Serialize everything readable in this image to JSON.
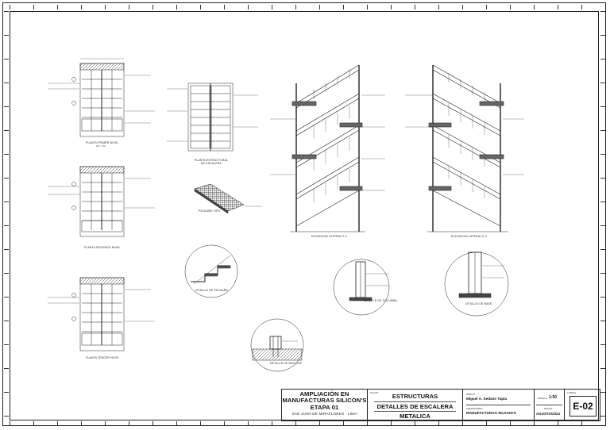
{
  "labels": {
    "plan1": "PLANTA PRIMER NIVEL",
    "plan2": "PLANTA SEGUNDO NIVEL",
    "plan3": "PLANTA TERCER NIVEL",
    "structural_plan": "PLANTA ESTRUCTURAL DE ESCALERA",
    "step": "PELDAÑO TIPO",
    "elev1": "ELEVACION LATERAL E-1",
    "elev2": "ELEVACION LATERAL E-2"
  },
  "detail_labels": {
    "d1": "DETALLE DE PELDAÑO",
    "d2": "DETALLE DE COLUMNA",
    "d3": "DETALLE DE ANCLAJE",
    "d4": "DETALLE DE BASE"
  },
  "title_block": {
    "project_lines": [
      "AMPLIACIÓN EN",
      "MANUFACTURAS SILICON'S",
      "ETAPA 01"
    ],
    "location": "SAN JUAN DE MIRAFLORES - LIMA",
    "plano_label": "PLANO:",
    "plano_lines": [
      "ESTRUCTURAS",
      "DETALLES DE ESCALERA",
      "METALICA"
    ],
    "dibujo_label": "DIBUJO:",
    "dibujo": "Miguel A. Sedano Tapia",
    "propietario_label": "PROPIETARIO:",
    "propietario": "MANUFACTURAS SILICON'S",
    "escala_label": "ESCALA:",
    "escala": "1:50",
    "fecha_label": "FECHA:",
    "fecha": "AGOSTO/2024",
    "lamina_label": "LÁMINA:",
    "lamina": "E-02"
  }
}
